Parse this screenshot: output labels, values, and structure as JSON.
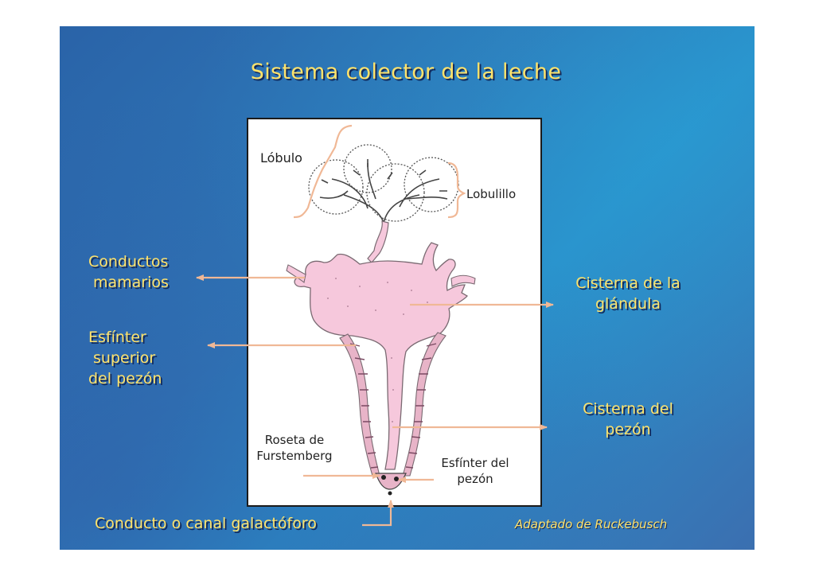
{
  "title": "Sistema colector de la leche",
  "labels": {
    "lobulo": "Lóbulo",
    "lobulillo": "Lobulillo",
    "conductos_1": "Conductos",
    "conductos_2": "mamarios",
    "esfinter_sup_1": "Esfínter",
    "esfinter_sup_2": "superior",
    "esfinter_sup_3": "del pezón",
    "cisterna_glandula_1": "Cisterna de la",
    "cisterna_glandula_2": "glándula",
    "cisterna_pezon_1": "Cisterna del",
    "cisterna_pezon_2": "pezón",
    "roseta_1": "Roseta de",
    "roseta_2": "Furstemberg",
    "esfinter_pezon_1": "Esfínter del",
    "esfinter_pezon_2": "pezón",
    "conducto_galactoforo": "Conducto o canal galactóforo"
  },
  "credit": "Adaptado de Ruckebusch",
  "colors": {
    "label": "#ffe36b",
    "arrow": "#f0b896",
    "gland_fill": "#f6c8dc",
    "gland_stroke": "#7a6a72",
    "slide_bg": "#2e79b9"
  }
}
